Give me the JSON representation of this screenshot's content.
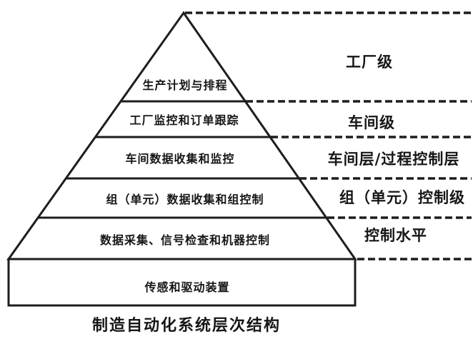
{
  "caption": "制造自动化系统层次结构",
  "pyramid_levels": [
    {
      "label": "生产计划与排程"
    },
    {
      "label": "工厂监控和订单跟踪"
    },
    {
      "label": "车间数据收集和监控"
    },
    {
      "label": "组（单元）数据收集和组控制"
    },
    {
      "label": "数据采集、信号检查和机器控制"
    },
    {
      "label": "传感和驱动装置"
    }
  ],
  "hierarchy_labels": [
    {
      "label": "工厂级"
    },
    {
      "label": "车间级"
    },
    {
      "label": "车间层/过程控制层"
    },
    {
      "label": "组（单元）控制级"
    },
    {
      "label": "控制水平"
    }
  ],
  "colors": {
    "line": "#1d1d1d",
    "text": "#161616",
    "background": "#ffffff"
  }
}
